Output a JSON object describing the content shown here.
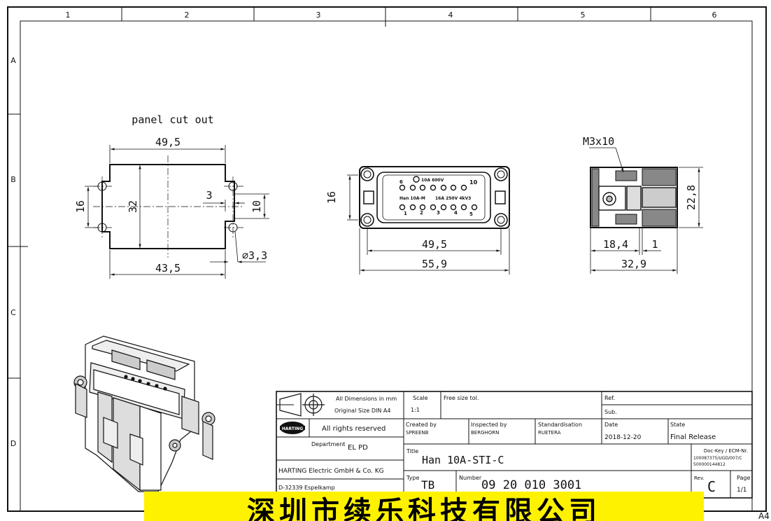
{
  "sheet": {
    "columns": [
      "1",
      "2",
      "3",
      "4",
      "5",
      "6"
    ],
    "rows": [
      "A",
      "B",
      "C",
      "D"
    ],
    "format": "A4"
  },
  "views": {
    "cutout_title": "panel cut out",
    "cutout": {
      "w": "49,5",
      "h": "32",
      "pitch_v": "16",
      "step": "3",
      "inner": "10",
      "bottom": "43,5",
      "hole": "∅3,3"
    },
    "front": {
      "height": "16",
      "inner_w": "49,5",
      "outer_w": "55,9"
    },
    "insert_marks": {
      "pin6": "6",
      "pin10": "10",
      "pin1": "1",
      "pin2": "2",
      "pin3": "3",
      "pin4": "4",
      "pin5": "5",
      "rating1": "10A 600V",
      "rating2": "Han 10A-M",
      "rating3": "16A 250V 4kV3"
    },
    "side": {
      "screw": "M3x10",
      "height": "22,8",
      "d1": "18,4",
      "d2": "1",
      "total": "32,9"
    }
  },
  "title_block": {
    "dims_note": "All Dimensions in mm",
    "size_note": "Original Size DIN A4",
    "scale_label": "Scale",
    "scale_value": "1:1",
    "tolerance": "Free size tol.",
    "ref_label": "Ref.",
    "sub_label": "Sub.",
    "rights": "All rights reserved",
    "logo_text": "HARTING",
    "department_label": "Department",
    "department_value": "EL PD",
    "created_label": "Created by",
    "created_value": "SPREENB",
    "inspected_label": "Inspected by",
    "inspected_value": "BERGHORN",
    "standard_label": "Standardisation",
    "standard_value": "RUETERA",
    "date_label": "Date",
    "date_value": "2018-12-20",
    "state_label": "State",
    "state_value": "Final Release",
    "title_label": "Title",
    "title_value": "Han 10A-STI-C",
    "dockey_label": "Doc-Key / ECM-Nr.",
    "dockey_line1": "100087375/UGD/007/C",
    "dockey_line2": "500000144812",
    "company": "HARTING Electric GmbH & Co. KG",
    "address": "D-32339 Espelkamp",
    "type_label": "Type",
    "type_value": "TB",
    "number_label": "Number",
    "number_value": "09 20 010 3001",
    "rev_label": "Rev.",
    "rev_value": "C",
    "page_label": "Page",
    "page_value": "1/1"
  },
  "banner": {
    "text": "深圳市续乐科技有限公司"
  }
}
